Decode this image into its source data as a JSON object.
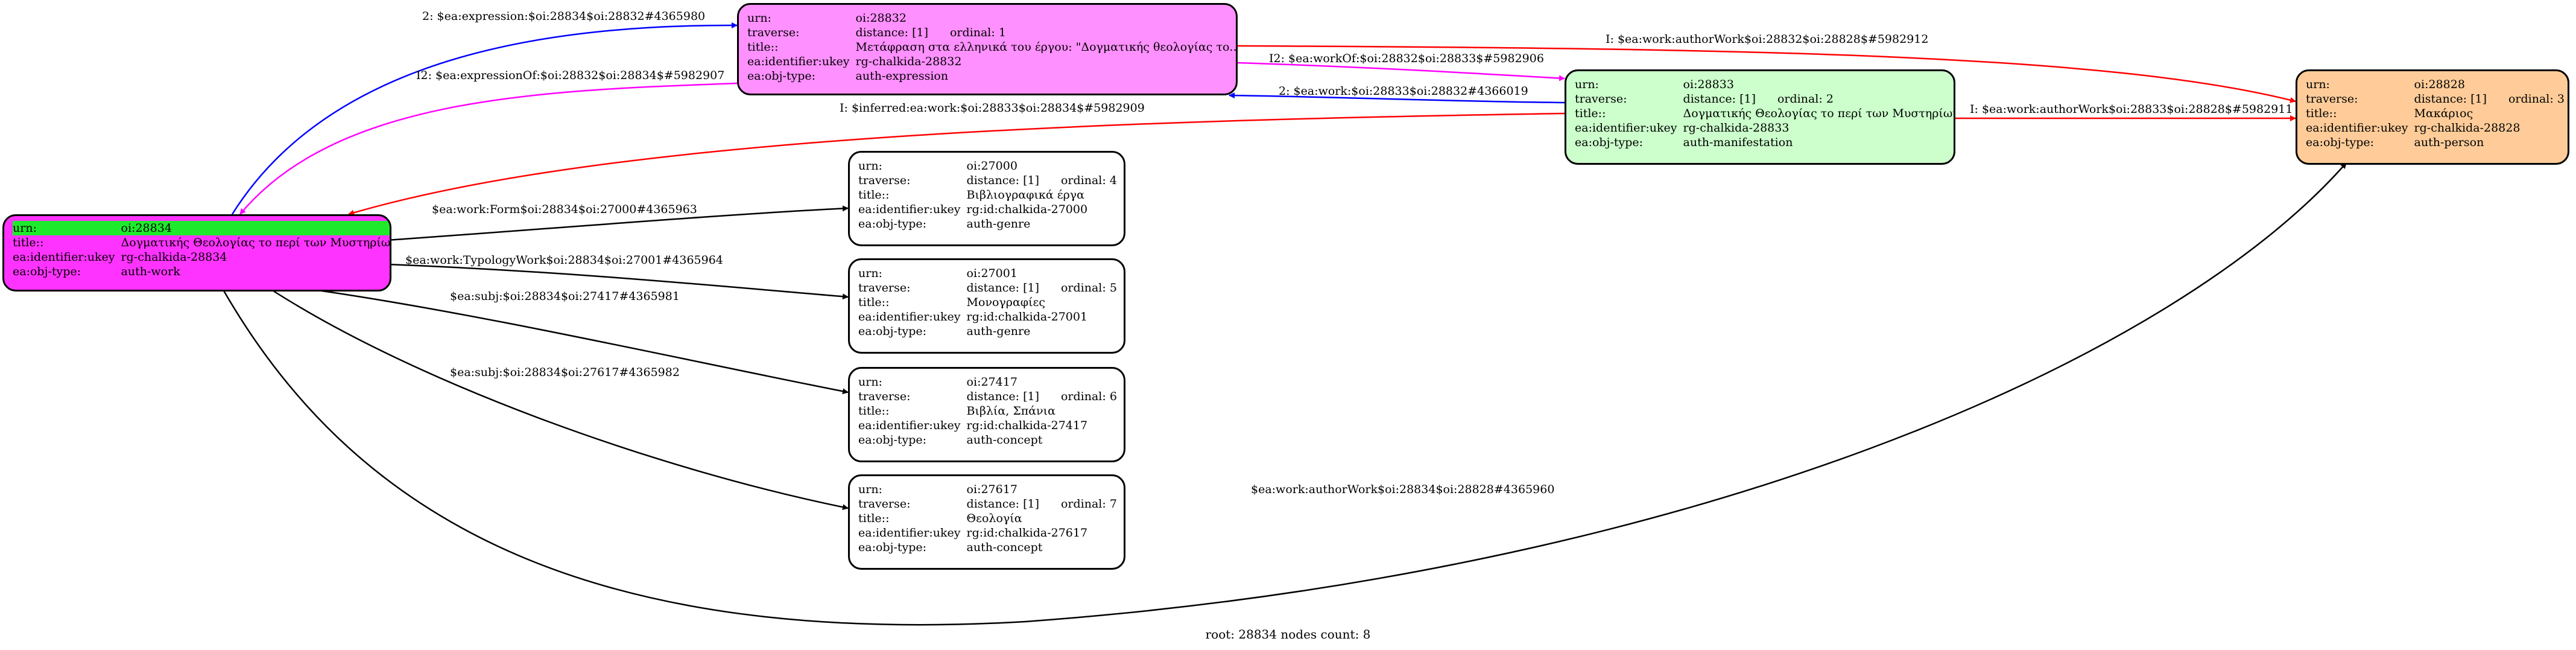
{
  "colors": {
    "expression": "#ff90ff",
    "manifestation": "#ccffcc",
    "person": "#ffcc99",
    "work": "#ff33ff",
    "plain": "#ffffff",
    "root_highlight": "#1eea2b",
    "edge_black": "#000000",
    "edge_blue": "#0000ff",
    "edge_magenta": "#ff00ff",
    "edge_red": "#ff0000"
  },
  "keys": {
    "urn": "urn:",
    "traverse": "traverse:",
    "title": "title::",
    "ukey": "ea:identifier:ukey",
    "objtype": "ea:obj-type:"
  },
  "nodes": {
    "n28832": {
      "urn": "oi:28832",
      "distance": "distance: [1]",
      "ordinal": "ordinal: 1",
      "title": "Μετάφραση στα ελληνικά του έργου: \"Δογματικής θεολογίας το...",
      "ukey": "rg-chalkida-28832",
      "objtype": "auth-expression"
    },
    "n28833": {
      "urn": "oi:28833",
      "distance": "distance: [1]",
      "ordinal": "ordinal: 2",
      "title": "Δογματικής Θεολογίας το περί των Μυστηρίων",
      "ukey": "rg-chalkida-28833",
      "objtype": "auth-manifestation"
    },
    "n28828": {
      "urn": "oi:28828",
      "distance": "distance: [1]",
      "ordinal": "ordinal: 3",
      "title": "Μακάριος",
      "ukey": "rg-chalkida-28828",
      "objtype": "auth-person"
    },
    "n28834": {
      "urn": "oi:28834",
      "title": "Δογματικής Θεολογίας το περί των Μυστηρίων",
      "ukey": "rg-chalkida-28834",
      "objtype": "auth-work"
    },
    "n27000": {
      "urn": "oi:27000",
      "distance": "distance: [1]",
      "ordinal": "ordinal: 4",
      "title": "Βιβλιογραφικά έργα",
      "ukey": "rg:id:chalkida-27000",
      "objtype": "auth-genre"
    },
    "n27001": {
      "urn": "oi:27001",
      "distance": "distance: [1]",
      "ordinal": "ordinal: 5",
      "title": "Μονογραφίες",
      "ukey": "rg:id:chalkida-27001",
      "objtype": "auth-genre"
    },
    "n27417": {
      "urn": "oi:27417",
      "distance": "distance: [1]",
      "ordinal": "ordinal: 6",
      "title": "Βιβλία, Σπάνια",
      "ukey": "rg:id:chalkida-27417",
      "objtype": "auth-concept"
    },
    "n27617": {
      "urn": "oi:27617",
      "distance": "distance: [1]",
      "ordinal": "ordinal: 7",
      "title": "Θεολογία",
      "ukey": "rg:id:chalkida-27617",
      "objtype": "auth-concept"
    }
  },
  "edges": {
    "e4365980": "2: $ea:expression:$oi:28834$oi:28832#4365980",
    "e5982907": "I2: $ea:expressionOf:$oi:28832$oi:28834$#5982907",
    "e5982906": "I2: $ea:workOf:$oi:28832$oi:28833$#5982906",
    "e4366019": "2: $ea:work:$oi:28833$oi:28832#4366019",
    "e5982912": "I: $ea:work:authorWork$oi:28832$oi:28828$#5982912",
    "e5982911": "I: $ea:work:authorWork$oi:28833$oi:28828$#5982911",
    "e5982909": "I: $inferred:ea:work:$oi:28833$oi:28834$#5982909",
    "e4365963": "$ea:work:Form$oi:28834$oi:27000#4365963",
    "e4365964": "$ea:work:TypologyWork$oi:28834$oi:27001#4365964",
    "e4365981": "$ea:subj:$oi:28834$oi:27417#4365981",
    "e4365982": "$ea:subj:$oi:28834$oi:27617#4365982",
    "e4365960": "$ea:work:authorWork$oi:28834$oi:28828#4365960"
  },
  "footer": "root: 28834 nodes count: 8"
}
